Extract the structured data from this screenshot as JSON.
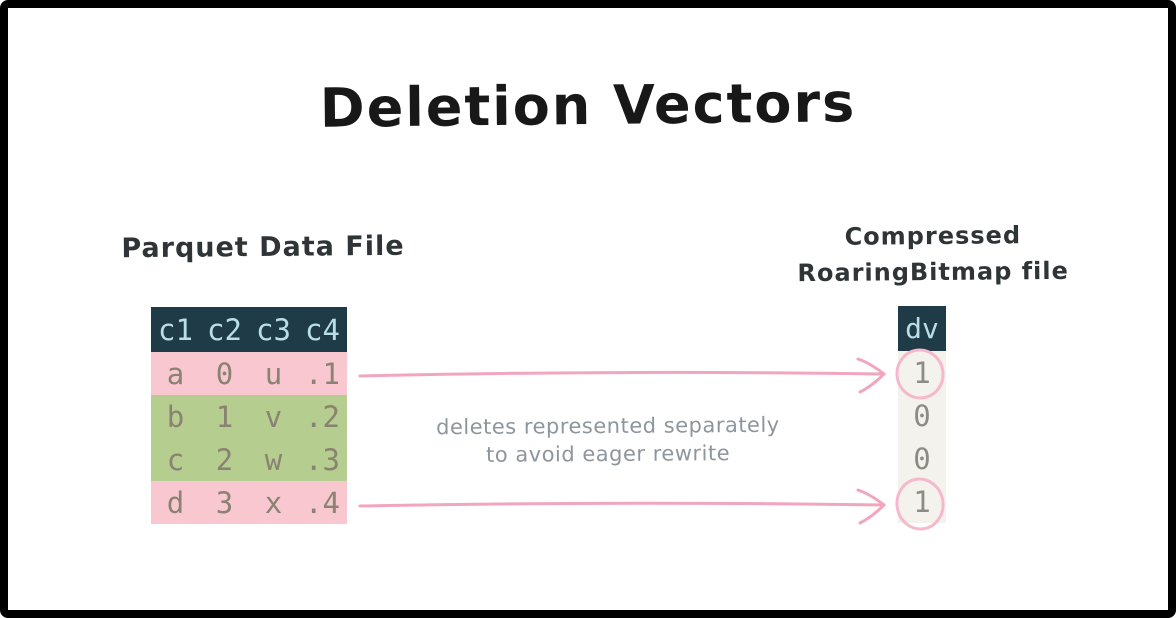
{
  "title": "Deletion Vectors",
  "parquet": {
    "label": "Parquet Data File",
    "columns": [
      "c1",
      "c2",
      "c3",
      "c4"
    ],
    "rows": [
      {
        "status": "deleted",
        "cells": [
          "a",
          "0",
          "u",
          ".1"
        ]
      },
      {
        "status": "kept",
        "cells": [
          "b",
          "1",
          "v",
          ".2"
        ]
      },
      {
        "status": "kept",
        "cells": [
          "c",
          "2",
          "w",
          ".3"
        ]
      },
      {
        "status": "deleted",
        "cells": [
          "d",
          "3",
          "x",
          ".4"
        ]
      }
    ]
  },
  "bitmap": {
    "label_line1": "Compressed",
    "label_line2": "RoaringBitmap file",
    "column": "dv",
    "values": [
      {
        "value": "1",
        "circled": true
      },
      {
        "value": "0",
        "circled": false
      },
      {
        "value": "0",
        "circled": false
      },
      {
        "value": "1",
        "circled": true
      }
    ]
  },
  "annotation": {
    "line1": "deletes represented separately",
    "line2": "to avoid eager rewrite"
  },
  "colors": {
    "header_bg": "#1f3b48",
    "header_text": "#b9dde9",
    "deleted_row_bg": "#f8c7d0",
    "kept_row_bg": "#b5cd8e",
    "row_text": "#8a8273",
    "bitmap_cell_bg": "#f3f2ed",
    "bitmap_text": "#8d8c84",
    "arrow_pink": "#f1a6bd",
    "circle_pink": "#f6b9cb",
    "annotation_gray": "#8d959d",
    "frame_black": "#000000"
  }
}
